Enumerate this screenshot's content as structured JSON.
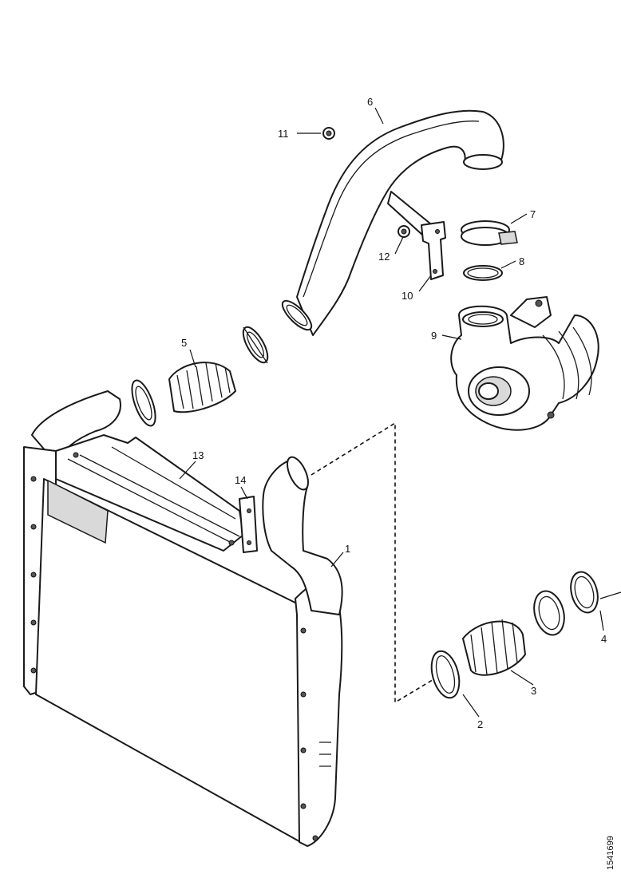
{
  "diagram": {
    "callouts": {
      "c1": "1",
      "c2": "2",
      "c3": "3",
      "c4": "4",
      "c5": "5",
      "c6": "6",
      "c7": "7",
      "c8": "8",
      "c9": "9",
      "c10": "10",
      "c11": "11",
      "c12": "12",
      "c13": "13",
      "c14": "14"
    },
    "document_number": "1541699"
  }
}
